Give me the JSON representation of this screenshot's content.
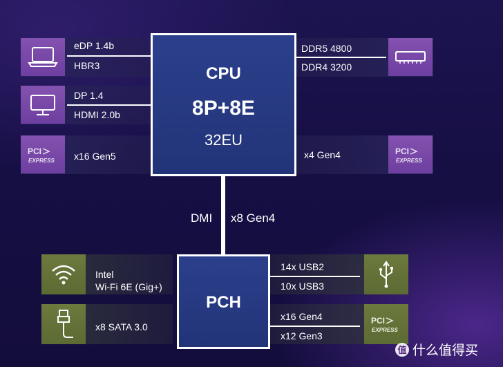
{
  "cpu": {
    "title": "CPU",
    "cores": "8P+8E",
    "graphics": "32EU"
  },
  "pch": {
    "title": "PCH"
  },
  "link": {
    "name": "DMI",
    "width": "x8 Gen4"
  },
  "cpu_left": {
    "laptop": {
      "icon": "laptop-icon",
      "line1": "eDP 1.4b",
      "line2": "HBR3"
    },
    "monitor": {
      "icon": "monitor-icon",
      "line1": "DP 1.4",
      "line2": "HDMI 2.0b"
    },
    "pcie": {
      "icon": "pci-express-logo",
      "logo_top": "PCI",
      "logo_bottom": "EXPRESS",
      "label": "x16 Gen5"
    }
  },
  "cpu_right": {
    "memory": {
      "icon": "memory-module-icon",
      "line1": "DDR5 4800",
      "line2": "DDR4 3200"
    },
    "pcie": {
      "icon": "pci-express-logo",
      "logo_top": "PCI",
      "logo_bottom": "EXPRESS",
      "label": "x4 Gen4"
    }
  },
  "pch_left": {
    "wifi": {
      "icon": "wifi-icon",
      "line1": "Intel",
      "line2": "Wi-Fi 6E (Gig+)"
    },
    "sata": {
      "icon": "sata-cable-icon",
      "label": "x8 SATA 3.0"
    }
  },
  "pch_right": {
    "usb": {
      "icon": "usb-icon",
      "line1": "14x USB2",
      "line2": "10x USB3"
    },
    "pcie": {
      "icon": "pci-express-logo",
      "logo_top": "PCI",
      "logo_bottom": "EXPRESS",
      "line1": "x16 Gen4",
      "line2": "x12 Gen3"
    }
  },
  "watermark": {
    "icon": "smzdm-logo",
    "text": "什么值得买"
  },
  "colors": {
    "chip_fill": "#2b3f8c",
    "purple_tile": "#8452b0",
    "green_tile": "#6c7a3e",
    "lines": "#ffffff"
  }
}
